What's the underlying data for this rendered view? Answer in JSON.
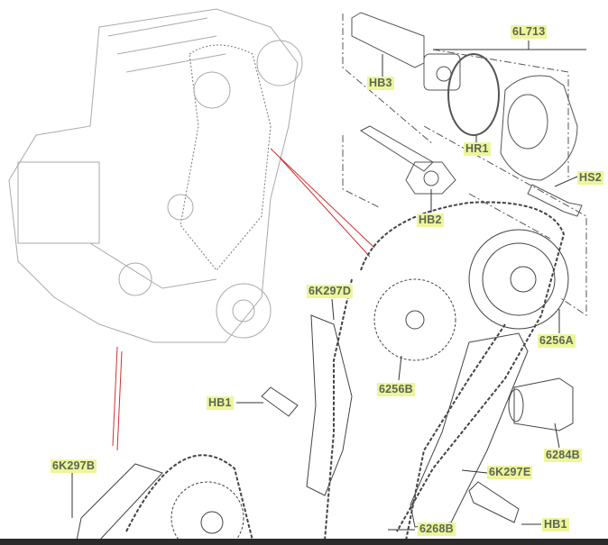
{
  "diagram": {
    "labels": {
      "l6L713": "6L713",
      "hb3": "HB3",
      "hr1": "HR1",
      "hs2": "HS2",
      "hb2": "HB2",
      "l6K297D": "6K297D",
      "l6256A": "6256A",
      "l6256B": "6256B",
      "hb1_left": "HB1",
      "l6284B": "6284B",
      "l6K297E": "6K297E",
      "hb1_right": "HB1",
      "l6K297B": "6K297B",
      "bottom_cut": "6268B"
    },
    "colors": {
      "label_highlight": "#eef59a",
      "label_text": "#5b6656",
      "leader_red": "#d03030"
    }
  }
}
